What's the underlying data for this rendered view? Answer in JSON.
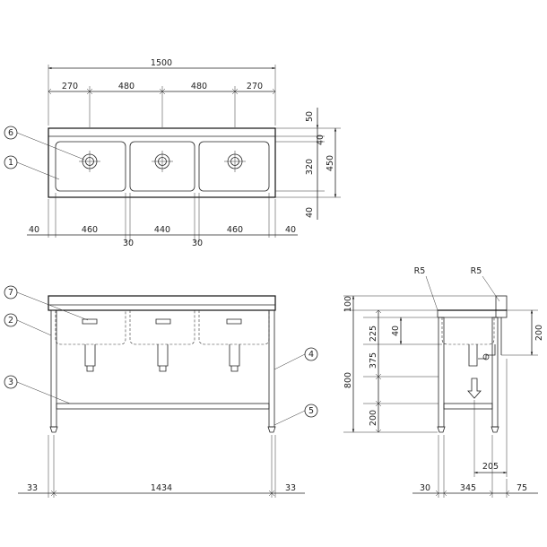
{
  "top_view": {
    "overall_width": "1500",
    "bowl_spacing": [
      "270",
      "480",
      "480",
      "270"
    ],
    "bottom_widths": [
      "40",
      "460",
      "440",
      "460",
      "40"
    ],
    "gaps": [
      "30",
      "30"
    ],
    "depth_total": "450",
    "depth_parts": [
      "50",
      "40",
      "320",
      "40"
    ]
  },
  "front_view": {
    "left_offset": "33",
    "leg_span": "1434",
    "right_offset": "33"
  },
  "side_view": {
    "radius_left": "R5",
    "radius_right": "R5",
    "backsplash": "100",
    "height_total": "800",
    "heights": [
      "225",
      "375",
      "200"
    ],
    "bowl_rim": "40",
    "right_height": "200",
    "drain_offset": "205",
    "bottom_dims": [
      "30",
      "345",
      "75"
    ]
  },
  "callouts": [
    "1",
    "2",
    "3",
    "4",
    "5",
    "6",
    "7"
  ]
}
